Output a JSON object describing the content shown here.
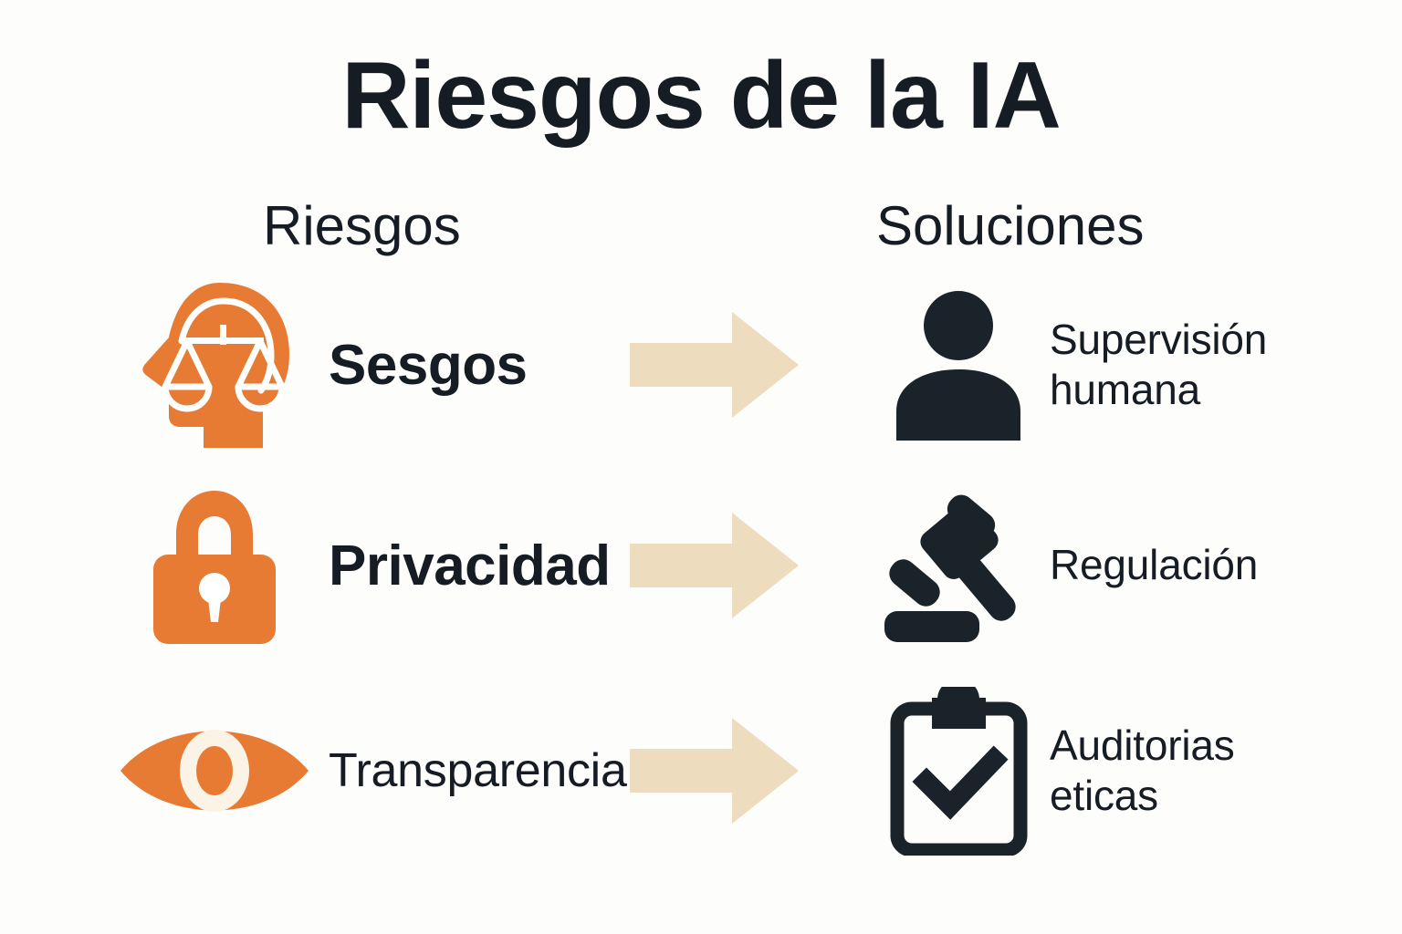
{
  "title": "Riesgos de la IA",
  "columns": {
    "risks_header": "Riesgos",
    "solutions_header": "Soluciones"
  },
  "colors": {
    "accent_orange": "#E87B33",
    "dark_navy": "#151c23",
    "arrow_beige": "#EDDCBE",
    "background": "#fdfdfc",
    "icon_white": "#ffffff"
  },
  "rows": [
    {
      "risk_icon": "head-with-scales-icon",
      "risk_label": "Sesgos",
      "arrow": "right-arrow-icon",
      "solution_icon": "person-icon",
      "solution_label_line1": "Supervisión",
      "solution_label_line2": "humana"
    },
    {
      "risk_icon": "padlock-icon",
      "risk_label": "Privacidad",
      "arrow": "right-arrow-icon",
      "solution_icon": "gavel-icon",
      "solution_label_line1": "Regulación",
      "solution_label_line2": ""
    },
    {
      "risk_icon": "eye-icon",
      "risk_label": "Transparencia",
      "arrow": "right-arrow-icon",
      "solution_icon": "clipboard-check-icon",
      "solution_label_line1": "Auditorias",
      "solution_label_line2": "eticas"
    }
  ]
}
